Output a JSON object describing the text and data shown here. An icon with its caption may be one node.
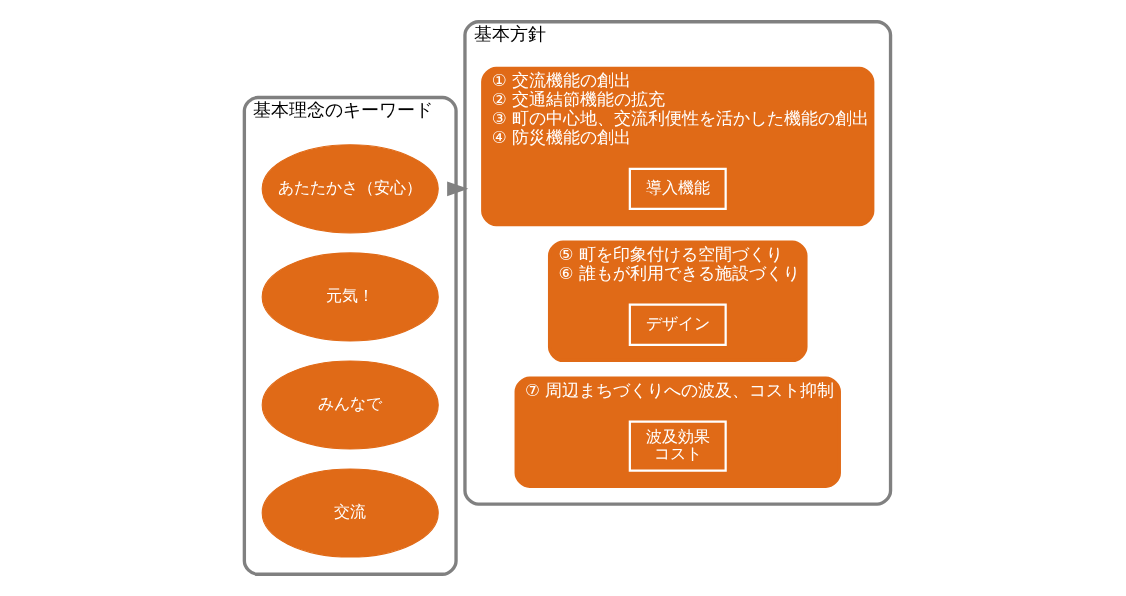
{
  "diagram": {
    "nodes": [
      {
        "text": [
          "基本理念のキーワード"
        ]
      },
      {
        "text": [
          "あたたかさ（安心）"
        ],
        "in": 0
      },
      {
        "text": [
          "元気！"
        ],
        "in": 0
      },
      {
        "text": [
          "みんなで"
        ],
        "in": 0
      },
      {
        "text": [
          "交流"
        ],
        "in": 0
      },
      {
        "text": [
          "基本方針"
        ]
      },
      {
        "text": [
          "① 交流機能の創出",
          "② 交通結節機能の拡充",
          "③ 町の中心地、交流利便性を活かした機能の創出",
          "④ 防災機能の創出"
        ],
        "in": 5
      },
      {
        "text": [
          "導入機能"
        ],
        "in": 6
      },
      {
        "text": [
          "⑤ 町を印象付ける空間づくり",
          "⑥ 誰もが利用できる施設づくり"
        ],
        "in": 5
      },
      {
        "text": [
          "デザイン"
        ],
        "in": 8
      },
      {
        "text": [
          "⑦ 周辺まちづくりへの波及、コスト抑制"
        ],
        "in": 5
      },
      {
        "text": [
          "波及効果",
          "コスト"
        ],
        "in": 10
      }
    ],
    "edges": [
      {
        "from": 0,
        "to": 5,
        "arrow": "to"
      }
    ]
  }
}
